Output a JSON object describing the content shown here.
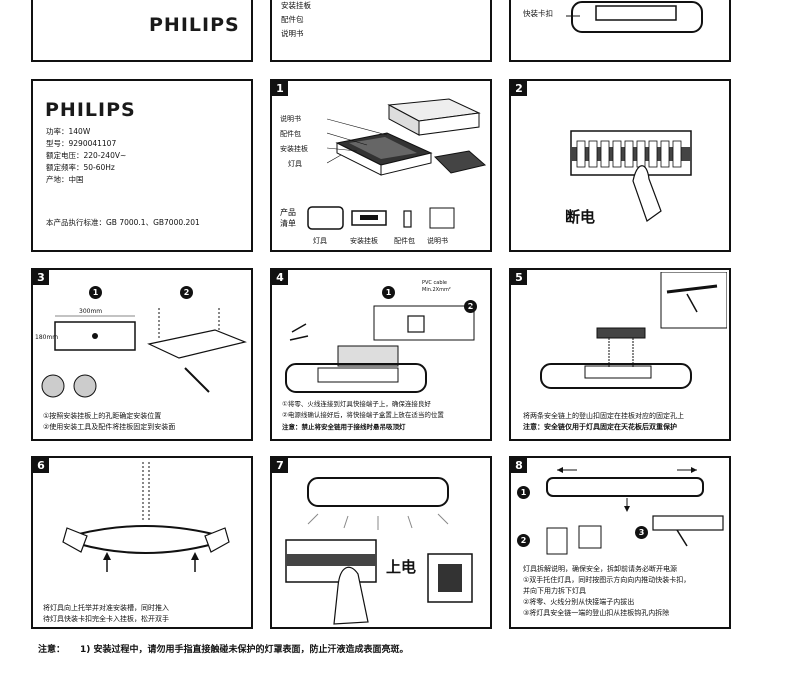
{
  "top_row": {
    "brand": "PHILIPS",
    "items": [
      "安装挂板",
      "配件包",
      "说明书"
    ],
    "quick_clip_label": "快装卡扣"
  },
  "spec_panel": {
    "brand": "PHILIPS",
    "lines": [
      "功率：140W",
      "型号：9290041107",
      "额定电压：220-240V~",
      "额定频率：50-60Hz",
      "产地：中国"
    ],
    "standard": "本产品执行标准：GB 7000.1、GB7000.201"
  },
  "panel1": {
    "num": "1",
    "parts": [
      "说明书",
      "配件包",
      "安装挂板",
      "灯具"
    ],
    "list_label_1": "产品",
    "list_label_2": "清单",
    "list_items": [
      "灯具",
      "安装挂板",
      "配件包",
      "说明书"
    ]
  },
  "panel2": {
    "num": "2",
    "caption": "断电"
  },
  "panel3": {
    "num": "3",
    "dim_w": "300mm",
    "dim_h": "180mm",
    "circle_1": "1",
    "circle_2": "2",
    "line1": "①按照安装挂板上的孔距确定安装位置",
    "line2": "②使用安装工具及配件将挂板固定到安装面"
  },
  "panel4": {
    "num": "4",
    "circle_1": "1",
    "circle_2": "2",
    "cable_label": "PVC cable",
    "cable_sub": "Min.2Xmm²",
    "line1": "①将零、火线连接到灯具快接端子上，确保连接良好",
    "line2": "②电源线确认接好后，将快接端子盒置上放在适当的位置",
    "warning": "注意：禁止将安全链用于接线时悬吊吸顶灯"
  },
  "panel5": {
    "num": "5",
    "line1": "将两条安全链上的登山扣固定在挂板对应的固定孔上",
    "warning": "注意：安全链仅用于灯具固定在天花板后双重保护"
  },
  "panel6": {
    "num": "6",
    "line1": "将灯具向上托举并对准安装槽，同时推入",
    "line2": "待灯具快装卡扣完全卡入挂板，松开双手"
  },
  "panel7": {
    "num": "7",
    "caption": "上电"
  },
  "panel8": {
    "num": "8",
    "circle_1": "1",
    "circle_2": "2",
    "circle_3": "3",
    "line1": "灯具拆解说明，确保安全，拆卸前请务必断开电源",
    "line2": "①双手托住灯具，同时按图示方向向内推动快装卡扣，",
    "line3": "并向下用力拆下灯具",
    "line4": "②将零、火线分别从快接端子内拔出",
    "line5": "③将灯具安全链一端的登山扣从挂板钩孔内拆除"
  },
  "footer": {
    "label": "注意：",
    "line1": "1) 安装过程中，请勿用手指直接触碰未保护的灯罩表面，防止汗液造成表面亮斑。"
  }
}
